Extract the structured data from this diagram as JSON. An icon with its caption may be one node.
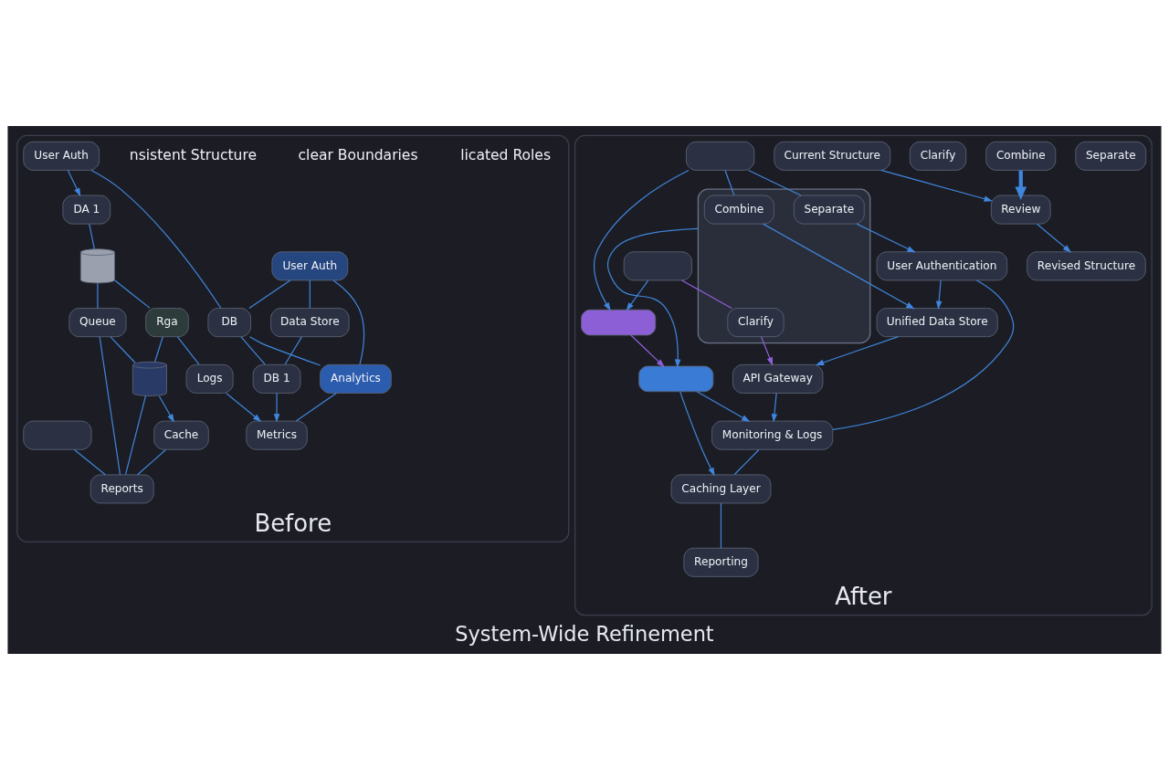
{
  "diagram": {
    "caption": "System-Wide Refinement",
    "nodes": [
      {
        "text": [
          "Before"
        ]
      },
      {
        "text": [
          "User Auth"
        ],
        "in": 0
      },
      {
        "text": [
          "User Auth"
        ],
        "in": 0
      },
      {
        "text": [
          "Data Store"
        ],
        "in": 0
      },
      {
        "text": [
          "DB"
        ],
        "in": 0
      },
      {
        "text": [
          "DA 1"
        ],
        "in": 0
      },
      {
        "text": [
          "DB 1"
        ],
        "in": 0
      },
      {
        "text": [
          "Analytics"
        ],
        "in": 0
      },
      {
        "text": [
          "Metrics"
        ],
        "in": 0
      },
      {
        "text": [],
        "shape": "cylinder",
        "in": 0
      },
      {
        "text": [
          "Rga"
        ],
        "in": 0
      },
      {
        "text": [
          "Logs"
        ],
        "in": 0
      },
      {
        "text": [
          "Queue"
        ],
        "in": 0
      },
      {
        "text": [],
        "shape": "cylinder",
        "in": 0
      },
      {
        "text": [
          "Cache"
        ],
        "in": 0
      },
      {
        "text": [],
        "shape": "box",
        "in": 0
      },
      {
        "text": [
          "Reports"
        ],
        "in": 0
      },
      {
        "text": [
          "After"
        ]
      },
      {
        "text": [
          "Separate"
        ],
        "in": 17
      },
      {
        "text": [
          "Combine"
        ],
        "in": 17
      },
      {
        "text": [
          "Clarify"
        ],
        "in": 17
      },
      {
        "text": [
          "Current Structure"
        ],
        "in": 17
      },
      {
        "text": [
          "Review"
        ],
        "in": 17
      },
      {
        "text": [
          "Revised Structure"
        ],
        "in": 17
      },
      {
        "text": [],
        "shape": "box",
        "in": 17
      },
      {
        "text": [
          "Separate"
        ],
        "in": 24
      },
      {
        "text": [
          "Combine"
        ],
        "in": 24
      },
      {
        "text": [
          "Clarify"
        ],
        "in": 24
      },
      {
        "text": [],
        "shape": "box",
        "in": 17
      },
      {
        "text": [
          "User Authentication"
        ],
        "in": 17
      },
      {
        "text": [
          "Unified Data Store"
        ],
        "in": 17
      },
      {
        "text": [],
        "shape": "box",
        "in": 17
      },
      {
        "text": [
          "API Gateway"
        ],
        "in": 17
      },
      {
        "text": [],
        "shape": "bar",
        "in": 17
      },
      {
        "text": [],
        "shape": "bar",
        "in": 17
      },
      {
        "text": [
          "Monitoring & Logs"
        ],
        "in": 17
      },
      {
        "text": [
          "Caching Layer"
        ],
        "in": 17
      },
      {
        "text": [
          "Reporting"
        ],
        "in": 17
      }
    ],
    "edges": [
      {
        "from": 1,
        "to": 3,
        "arrow": "none"
      },
      {
        "from": 1,
        "to": 4,
        "arrow": "none"
      },
      {
        "from": 1,
        "to": 7,
        "arrow": "none"
      },
      {
        "from": 2,
        "to": 5,
        "arrow": "to"
      },
      {
        "from": 2,
        "to": 4,
        "arrow": "none"
      },
      {
        "from": 3,
        "to": 6,
        "arrow": "none"
      },
      {
        "from": 4,
        "to": 7,
        "arrow": "none"
      },
      {
        "from": 4,
        "to": 6,
        "arrow": "none"
      },
      {
        "from": 5,
        "to": 9,
        "arrow": "none"
      },
      {
        "from": 6,
        "to": 8,
        "arrow": "to"
      },
      {
        "from": 7,
        "to": 8,
        "arrow": "none"
      },
      {
        "from": 9,
        "to": 10,
        "arrow": "none"
      },
      {
        "from": 9,
        "to": 12,
        "arrow": "none"
      },
      {
        "from": 10,
        "to": 11,
        "arrow": "none"
      },
      {
        "from": 10,
        "to": 13,
        "arrow": "none"
      },
      {
        "from": 11,
        "to": 8,
        "arrow": "to"
      },
      {
        "from": 12,
        "to": 13,
        "arrow": "none"
      },
      {
        "from": 12,
        "to": 16,
        "arrow": "none"
      },
      {
        "from": 13,
        "to": 14,
        "arrow": "to"
      },
      {
        "from": 13,
        "to": 16,
        "arrow": "none"
      },
      {
        "from": 14,
        "to": 16,
        "arrow": "none"
      },
      {
        "from": 15,
        "to": 16,
        "arrow": "none"
      },
      {
        "from": 19,
        "to": 22,
        "arrow": "to",
        "style": "thick"
      },
      {
        "from": 21,
        "to": 22,
        "arrow": "to"
      },
      {
        "from": 22,
        "to": 23,
        "arrow": "to"
      },
      {
        "from": 28,
        "to": 25,
        "arrow": "none"
      },
      {
        "from": 28,
        "to": 26,
        "arrow": "none"
      },
      {
        "from": 31,
        "to": 27,
        "arrow": "none",
        "color": "#8e5fd8"
      },
      {
        "from": 25,
        "to": 29,
        "arrow": "to"
      },
      {
        "from": 26,
        "to": 30,
        "arrow": "to"
      },
      {
        "from": 27,
        "to": 32,
        "arrow": "to",
        "color": "#8e5fd8"
      },
      {
        "from": 29,
        "to": 30,
        "arrow": "to"
      },
      {
        "from": 30,
        "to": 32,
        "arrow": "to"
      },
      {
        "from": 29,
        "to": 35,
        "arrow": "none"
      },
      {
        "from": 28,
        "to": 33,
        "arrow": "to"
      },
      {
        "from": 31,
        "to": 33,
        "arrow": "to"
      },
      {
        "from": 24,
        "to": 34,
        "arrow": "to"
      },
      {
        "from": 33,
        "to": 34,
        "arrow": "to",
        "color": "#8e5fd8"
      },
      {
        "from": 32,
        "to": 35,
        "arrow": "to"
      },
      {
        "from": 34,
        "to": 35,
        "arrow": "to"
      },
      {
        "from": 34,
        "to": 36,
        "arrow": "to"
      },
      {
        "from": 35,
        "to": 36,
        "arrow": "none"
      },
      {
        "from": 36,
        "to": 37,
        "arrow": "none"
      }
    ],
    "labels": [
      "licated Roles",
      "clear Boundaries",
      "nsistent Structure"
    ]
  }
}
